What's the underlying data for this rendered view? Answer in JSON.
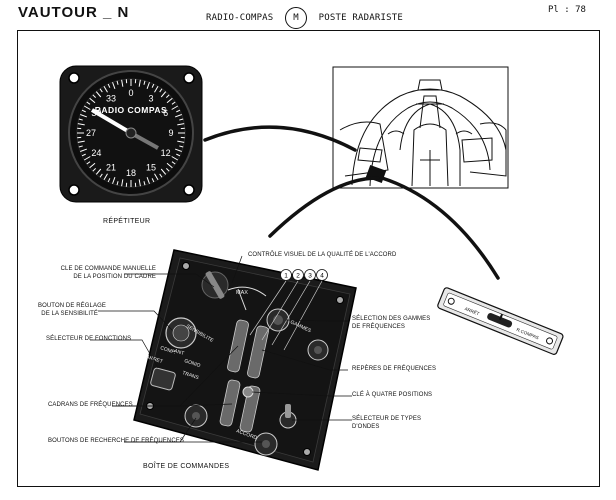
{
  "header": {
    "title": "VAUTOUR _ N",
    "left_text": "RADIO-COMPAS",
    "badge": "M",
    "right_text": "POSTE RADARISTE",
    "plate": "Pl : 78"
  },
  "repeater": {
    "dial_title": "RADIO COMPAS",
    "scale_numbers": [
      "33",
      "0",
      "3",
      "6",
      "9",
      "12",
      "15",
      "18",
      "21",
      "24",
      "27",
      "30"
    ],
    "caption": "RÉPÉTITEUR"
  },
  "control_box": {
    "caption": "BOÎTE DE COMMANDES",
    "panel_text": {
      "max": "MAX",
      "sensibilite": "SENSIBILITE",
      "gammes": "GAMMES",
      "arret": "ARRET",
      "comp": "COMP.",
      "ant": "ANT",
      "gonio": "GONIO",
      "trans": "TRANS",
      "accord": "ACCORD"
    },
    "callouts": [
      "1",
      "2",
      "3",
      "4"
    ],
    "labels": {
      "controle_visuel": "CONTRÔLE VISUEL DE LA QUALITÉ DE L'ACCORD",
      "cle_commande": "CLE DE COMMANDE MANUELLE\nDE LA POSITION DU CADRE",
      "bouton_reglage": "BOUTON DE RÉGLAGE\nDE LA SENSIBILITÉ",
      "selecteur_fonctions": "SÉLECTEUR DE FONCTIONS",
      "cadrans": "CADRANS DE FRÉQUENCES",
      "boutons_recherche": "BOUTONS DE RECHERCHE DE FRÉQUENCES",
      "selection_gammes": "SÉLECTION DES GAMMES\nDE FRÉQUENCES",
      "reperes": "REPÈRES DE FRÉQUENCES",
      "cle_quatre": "CLÉ À QUATRE POSITIONS",
      "selecteur_types": "SÉLECTEUR DE TYPES\nD'ONDES"
    }
  },
  "switch_plate": {
    "left_text": "ARRÊT",
    "right_text": "R.COMPAS"
  }
}
